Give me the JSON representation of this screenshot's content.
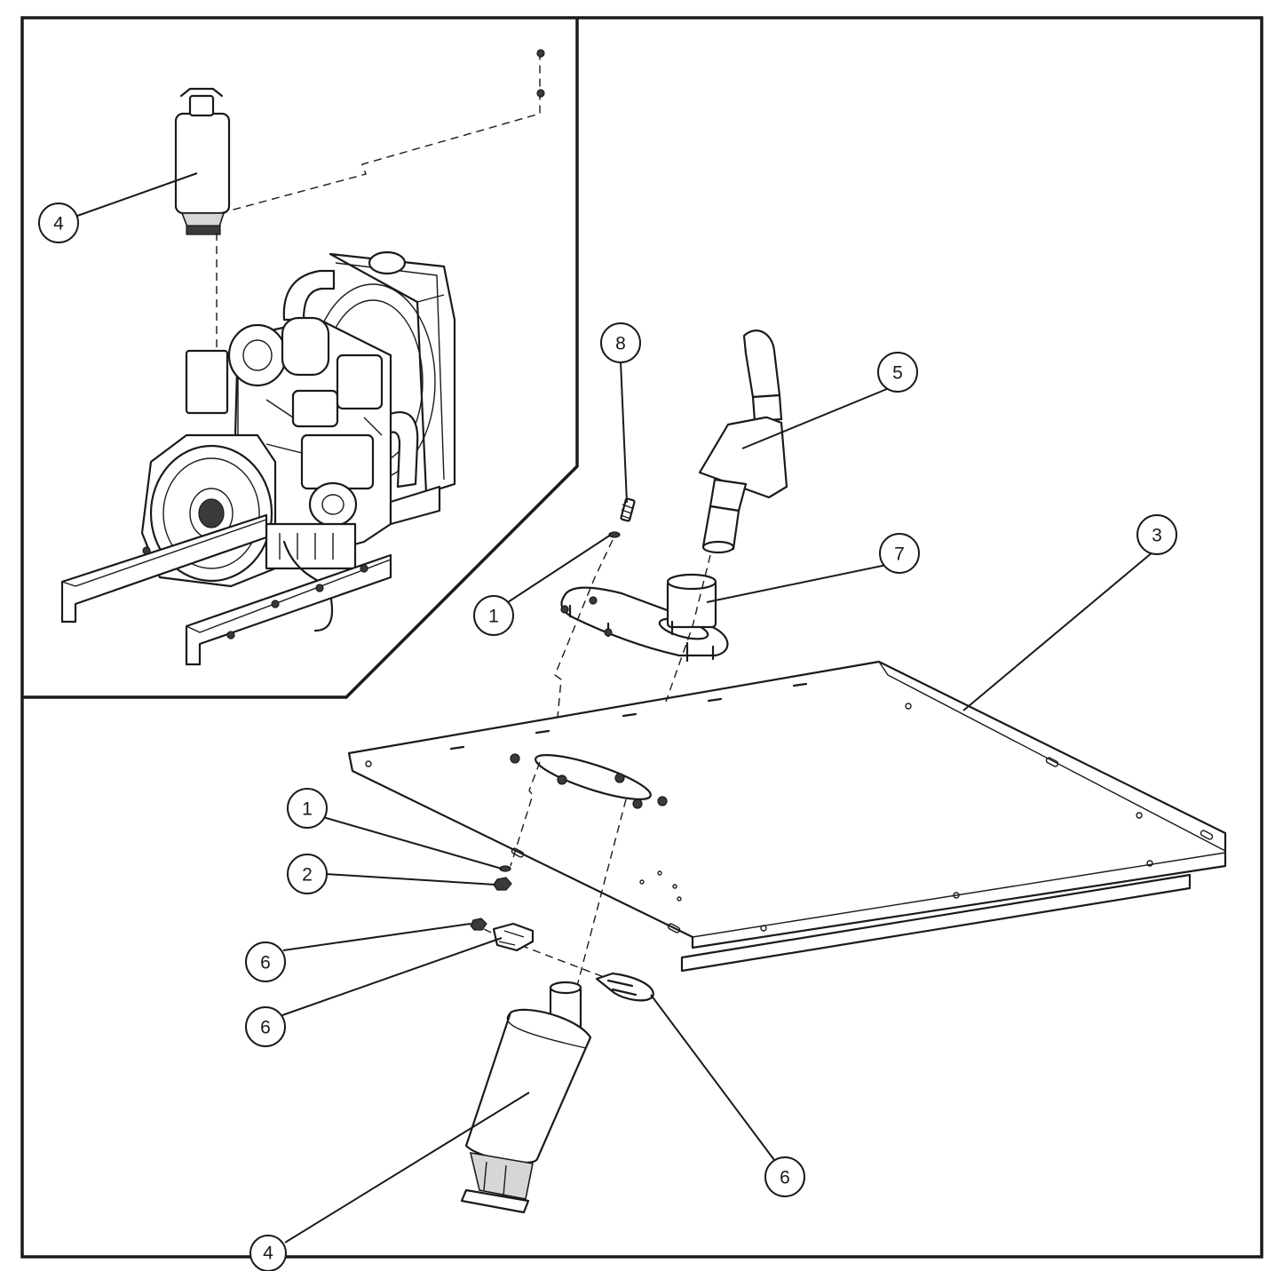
{
  "callouts": [
    {
      "id": "inset-muffler",
      "label": "4"
    },
    {
      "id": "stud",
      "label": "8"
    },
    {
      "id": "tailpipe",
      "label": "5"
    },
    {
      "id": "panel",
      "label": "3"
    },
    {
      "id": "flange",
      "label": "7"
    },
    {
      "id": "washer-top",
      "label": "1"
    },
    {
      "id": "washer-bottom",
      "label": "1"
    },
    {
      "id": "nut",
      "label": "2"
    },
    {
      "id": "clamp-nut",
      "label": "6"
    },
    {
      "id": "clamp-bracket",
      "label": "6"
    },
    {
      "id": "u-bolt",
      "label": "6"
    },
    {
      "id": "muffler",
      "label": "4"
    }
  ],
  "colors": {
    "line": "#1a1a1a",
    "paper": "#ffffff",
    "shade": "#d6d6d6"
  }
}
